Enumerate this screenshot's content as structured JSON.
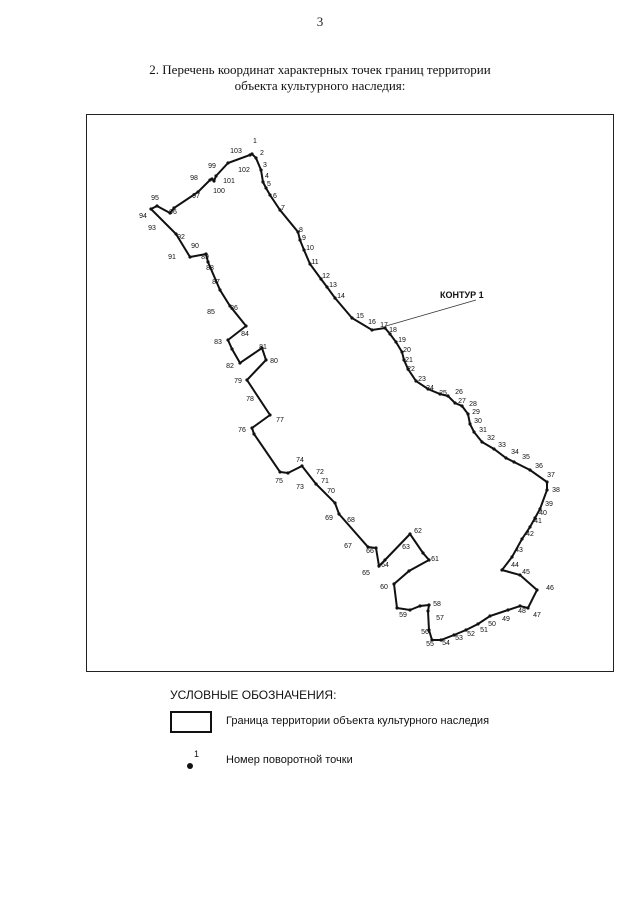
{
  "page_number": "3",
  "heading": {
    "line1": "2. Перечень координат характерных точек границ территории",
    "line2": "объекта культурного наследия:"
  },
  "map": {
    "contour_label": "КОНТУР 1",
    "line_color": "#111111",
    "points": [
      "1",
      "2",
      "3",
      "4",
      "5",
      "6",
      "7",
      "8",
      "9",
      "10",
      "11",
      "12",
      "13",
      "14",
      "15",
      "16",
      "17",
      "18",
      "19",
      "20",
      "21",
      "22",
      "23",
      "24",
      "25",
      "26",
      "27",
      "28",
      "29",
      "30",
      "31",
      "32",
      "33",
      "34",
      "35",
      "36",
      "37",
      "38",
      "39",
      "40",
      "41",
      "42",
      "43",
      "44",
      "45",
      "46",
      "47",
      "48",
      "49",
      "50",
      "51",
      "52",
      "53",
      "54",
      "55",
      "56",
      "57",
      "58",
      "59",
      "60",
      "61",
      "62",
      "63",
      "64",
      "65",
      "66",
      "67",
      "68",
      "69",
      "70",
      "71",
      "72",
      "73",
      "74",
      "75",
      "76",
      "77",
      "78",
      "79",
      "80",
      "81",
      "82",
      "83",
      "84",
      "85",
      "86",
      "87",
      "88",
      "89",
      "90",
      "91",
      "92",
      "93",
      "94",
      "95",
      "96",
      "97",
      "98",
      "99",
      "100",
      "101",
      "102",
      "103"
    ]
  },
  "legend": {
    "title": "УСЛОВНЫЕ ОБОЗНАЧЕНИЯ:",
    "boundary_label": "Граница территории объекта культурного наследия",
    "point_marker_number": "1",
    "point_label": "Номер поворотной точки"
  }
}
